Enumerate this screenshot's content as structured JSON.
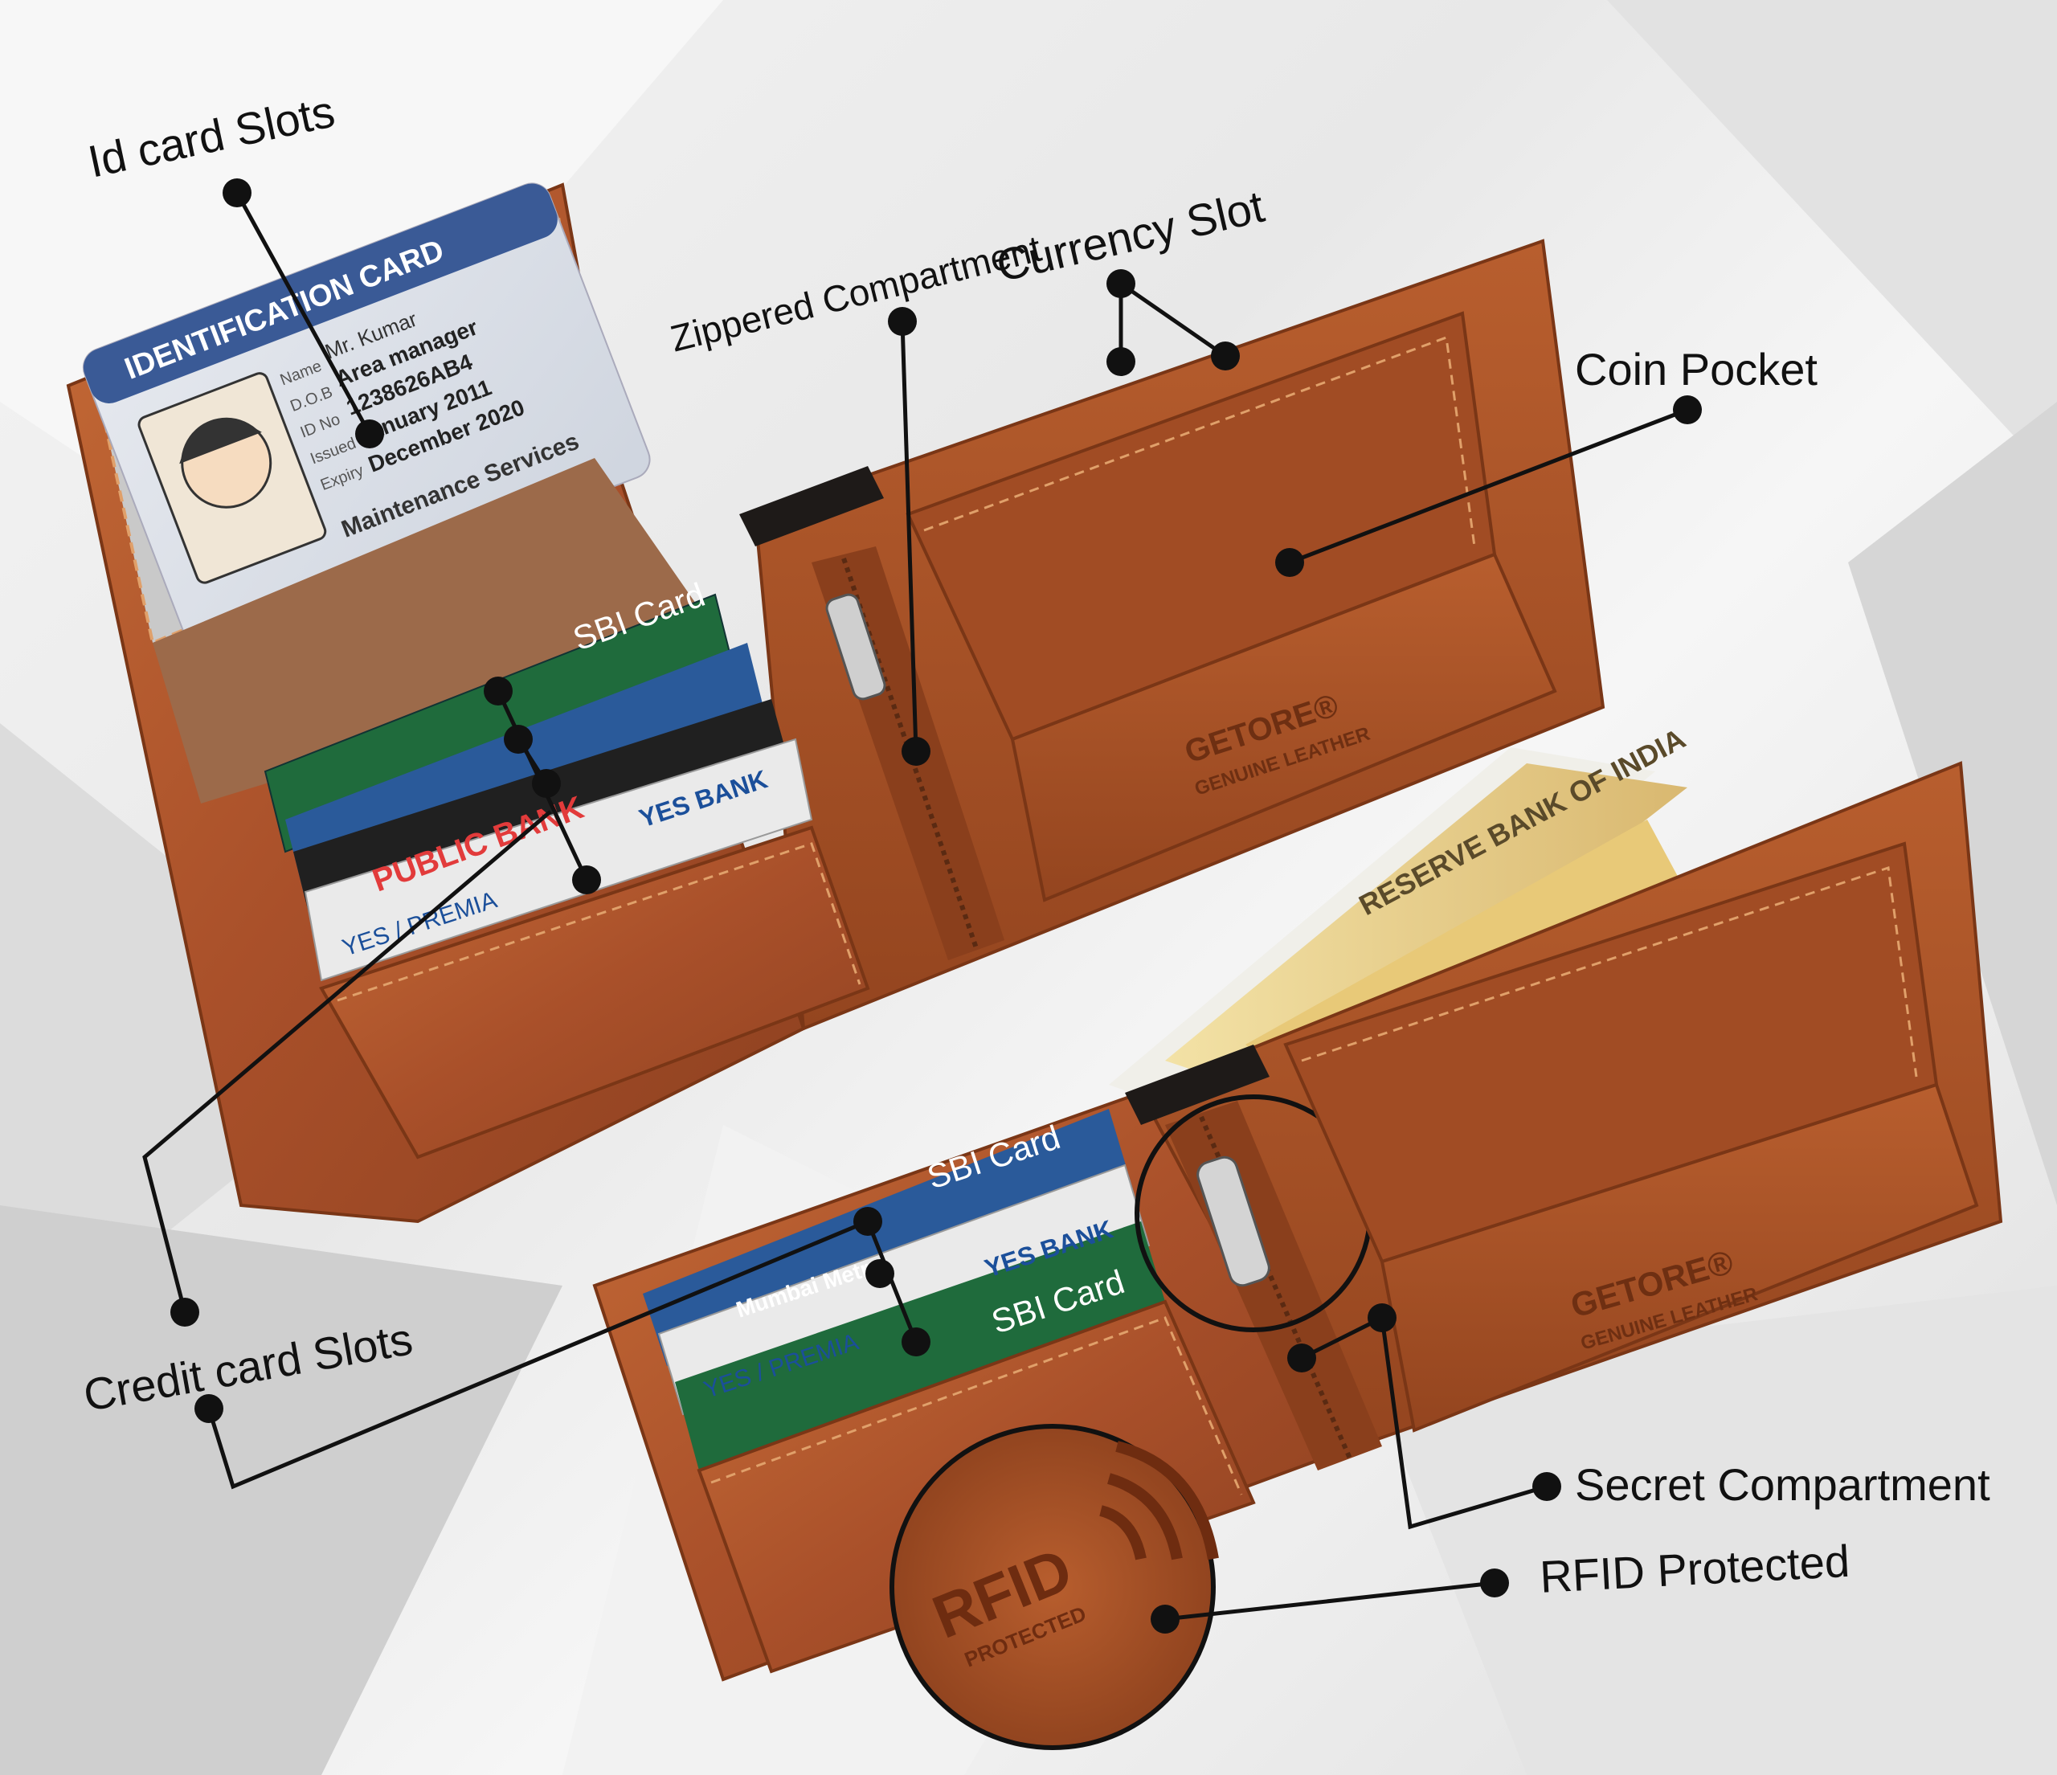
{
  "callouts": {
    "id_card_slots": "Id card  Slots",
    "zippered_compartment": "Zippered Compartment",
    "currency_slot": "Currency Slot",
    "coin_pocket": "Coin Pocket",
    "credit_card_slots": "Credit card  Slots",
    "secret_compartment": "Secret Compartment",
    "rfid_protected": "RFID Protected"
  },
  "id_card": {
    "header": "IDENTIFICATION CARD",
    "name_label": "Name",
    "name": "Mr. Kumar",
    "dob_label": "D.O.B",
    "role": "Area manager",
    "id_label": "ID No",
    "id_no": "1238626AB4",
    "issued_label": "Issued",
    "issued": "January 2011",
    "expiry_label": "Expiry",
    "expiry": "December 2020",
    "department": "Maintenance Services"
  },
  "cards": {
    "sbi": "SBI Card",
    "yes_bank": "YES BANK",
    "premia": "YES / PREMIA",
    "public_bank": "PUBLIC BANK",
    "mumbai_metro": "Mumbai Metro"
  },
  "notes": {
    "rbi": "RESERVE BANK OF INDIA"
  },
  "brand": {
    "name": "GETORE®",
    "subtitle": "GENUINE LEATHER"
  },
  "rfid_stamp": {
    "main": "RFID",
    "sub": "PROTECTED"
  },
  "colors": {
    "leather": "#b0562a",
    "leather_dark": "#7a3616",
    "leather_light": "#c8703c",
    "stitch": "#e0a06a",
    "background": "#ececec",
    "card_blue": "#3a6ea8",
    "card_green": "#1f6b3c",
    "line": "#111111"
  }
}
